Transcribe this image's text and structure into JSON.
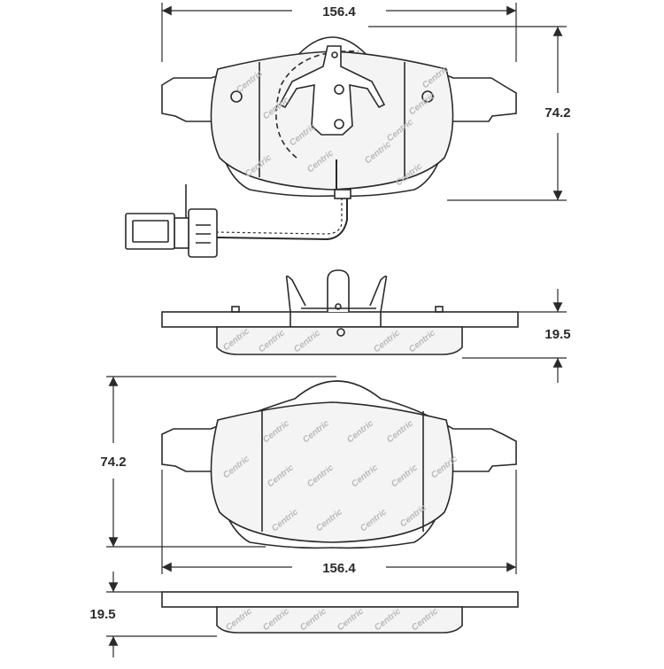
{
  "dimensions": {
    "top_width": "156.4",
    "top_height": "74.2",
    "top_side_thickness": "19.5",
    "bottom_height": "74.2",
    "bottom_width": "156.4",
    "bottom_side_thickness": "19.5"
  },
  "watermark": {
    "text": "Centric"
  },
  "colors": {
    "line": "#2a2a2a",
    "friction": "#f1f1f1",
    "watermark": "#b9b9b9",
    "background": "#ffffff"
  }
}
